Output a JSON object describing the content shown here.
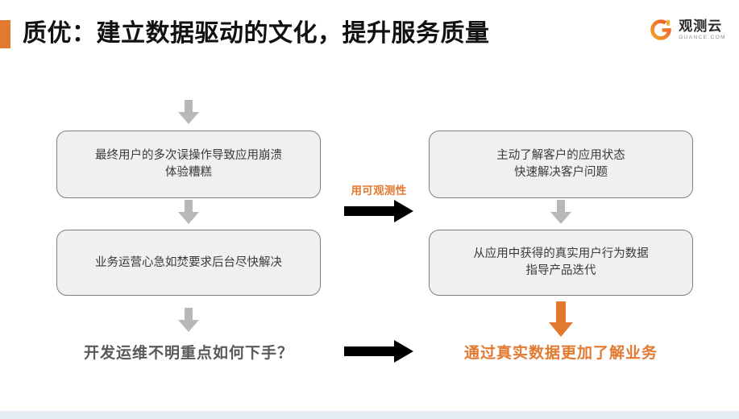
{
  "header": {
    "title": "质优：建立数据驱动的文化，提升服务质量",
    "accent_color": "#E2792F",
    "logo": {
      "mark_name": "guance-g-logo",
      "name_cn": "观测云",
      "name_en": "GUANCE.COM"
    }
  },
  "flow": {
    "left_column": {
      "top_arrow_label": "down-arrow",
      "nodes": [
        {
          "text": "最终用户的多次误操作导致应用崩溃\n体验糟糕"
        },
        {
          "text": "业务运营心急如焚要求后台尽快解决"
        }
      ],
      "conclusion": "开发运维不明重点如何下手？",
      "conclusion_color": "#5A5A5A"
    },
    "middle": {
      "caption": "用可观测性",
      "caption_color": "#E2792F",
      "arrow_color": "#000000"
    },
    "right_column": {
      "nodes": [
        {
          "text": "主动了解客户的应用状态\n快速解决客户问题"
        },
        {
          "text": "从应用中获得的真实用户行为数据\n指导产品迭代"
        }
      ],
      "conclusion": "通过真实数据更加了解业务",
      "conclusion_color": "#E2792F",
      "arrow_color": "#E2792F"
    },
    "node_style": {
      "fill": "#F0F0F0",
      "border": "#7F7F7F"
    },
    "gray_arrow_color": "#B8B8B8"
  },
  "footer": {
    "strip_color": "#E6ECF4"
  }
}
